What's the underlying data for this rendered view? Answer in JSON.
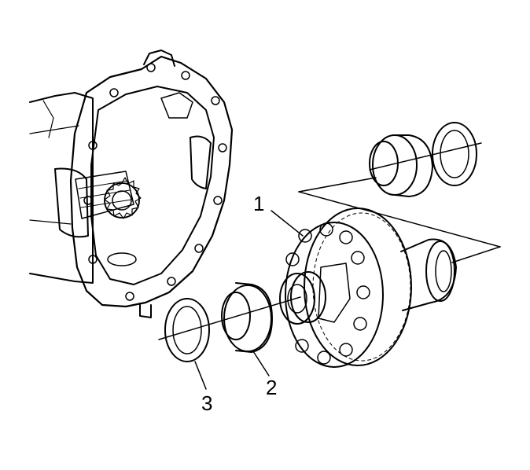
{
  "diagram": {
    "callouts": [
      {
        "id": "1",
        "label": "1"
      },
      {
        "id": "2",
        "label": "2"
      },
      {
        "id": "3",
        "label": "3"
      }
    ],
    "colors": {
      "line": "#000000",
      "fill": "#ffffff",
      "shade": "#d9d9d9",
      "dark": "#8a8a8a"
    }
  }
}
